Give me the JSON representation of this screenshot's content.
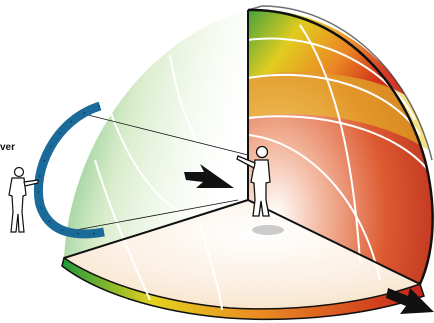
{
  "labels": {
    "viewer": "ver"
  },
  "colors": {
    "green": "#1f9a3a",
    "yellow": "#e4d21e",
    "orange": "#ea6e1e",
    "red": "#c8231c",
    "blue_arc": "#1a6a9a",
    "outline": "#111111",
    "white_line": "#ffffff"
  },
  "icons": [
    "person-figure",
    "arrow-pointer"
  ]
}
